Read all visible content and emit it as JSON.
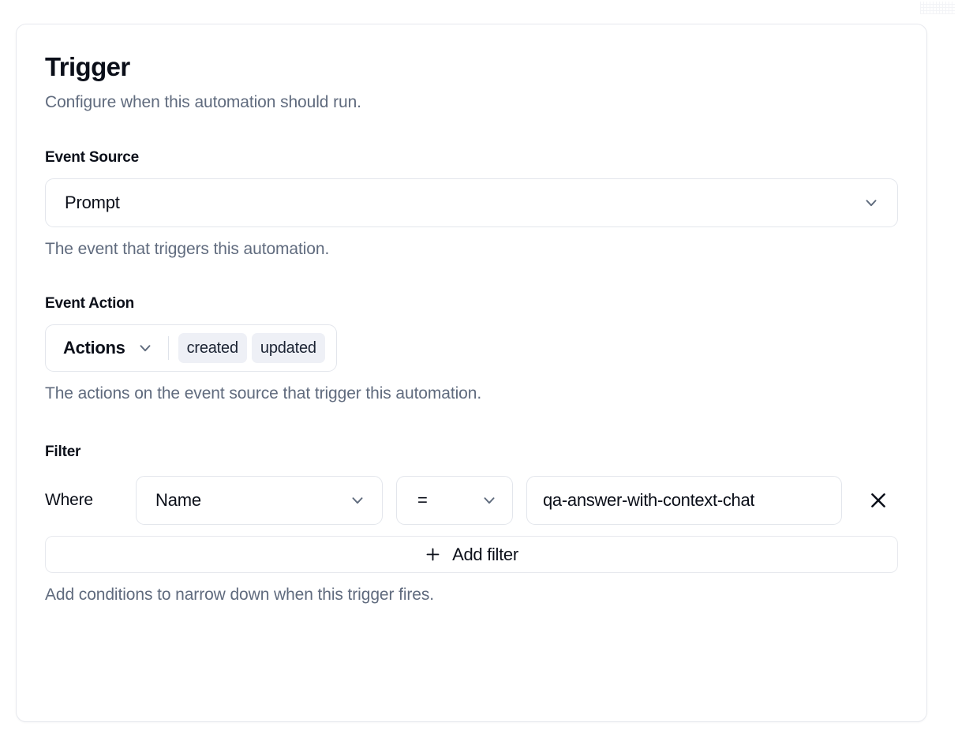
{
  "card": {
    "title": "Trigger",
    "subtitle": "Configure when this automation should run."
  },
  "event_source": {
    "label": "Event Source",
    "selected": "Prompt",
    "hint": "The event that triggers this automation.",
    "chevron_icon": "chevron-down-icon"
  },
  "event_action": {
    "label": "Event Action",
    "trigger_label": "Actions",
    "chips": [
      {
        "label": "created"
      },
      {
        "label": "updated"
      }
    ],
    "hint": "The actions on the event source that trigger this automation.",
    "chevron_icon": "chevron-down-icon"
  },
  "filter": {
    "label": "Filter",
    "where_label": "Where",
    "rows": [
      {
        "field": "Name",
        "operator": "=",
        "value": "qa-answer-with-context-chat",
        "remove_icon": "close-icon"
      }
    ],
    "add_label": "Add filter",
    "add_icon": "plus-icon",
    "hint": "Add conditions to narrow down when this trigger fires."
  },
  "colors": {
    "text_primary": "#0b0f19",
    "text_muted": "#606b7e",
    "border": "#e3e6ec",
    "chip_bg": "#eef0f6",
    "card_border": "#e7e9ee",
    "background": "#ffffff"
  }
}
